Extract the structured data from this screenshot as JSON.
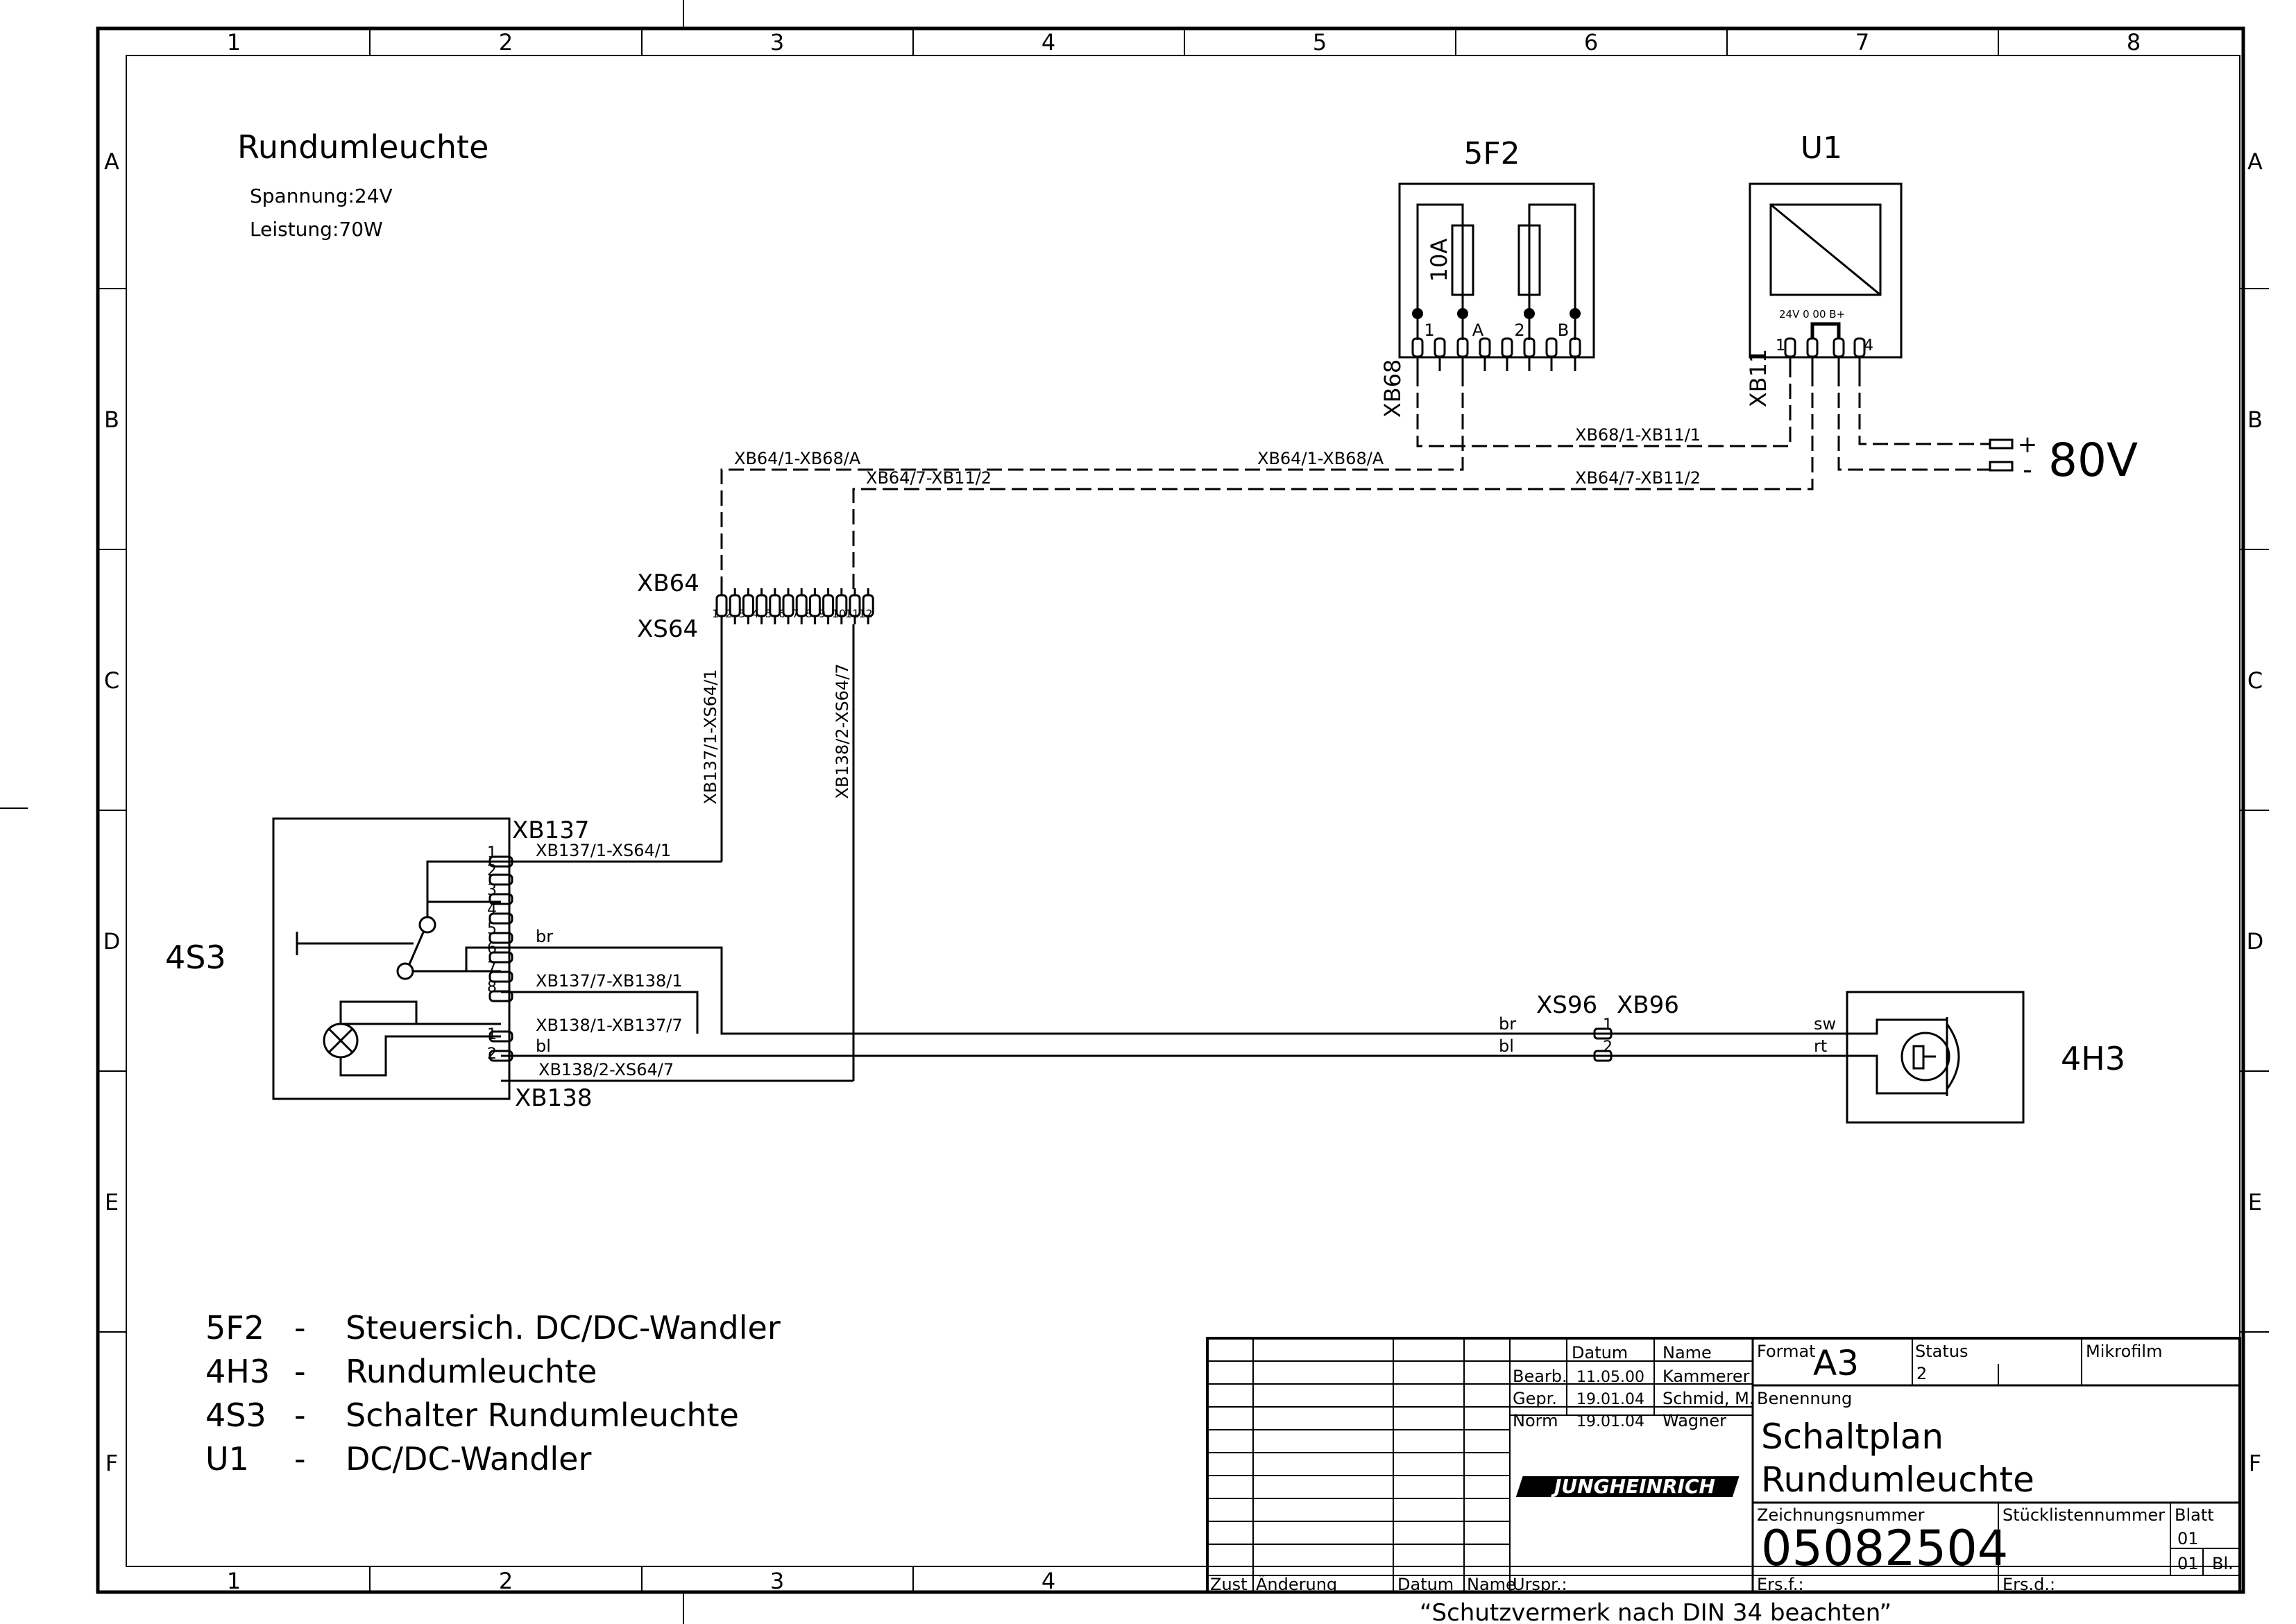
{
  "frame": {
    "columns": [
      "1",
      "2",
      "3",
      "4",
      "5",
      "6",
      "7",
      "8"
    ],
    "bottom_columns": [
      "1",
      "2",
      "3",
      "4"
    ],
    "rows": [
      "A",
      "B",
      "C",
      "D",
      "E",
      "F"
    ]
  },
  "header": {
    "title": "Rundumleuchte",
    "voltage": "Spannung:24V",
    "power": "Leistung:70W"
  },
  "components": {
    "fuse": {
      "id": "5F2",
      "rating": "10A",
      "connector": "XB68",
      "pins": [
        "1",
        "A",
        "2",
        "B"
      ]
    },
    "converter": {
      "id": "U1",
      "connector": "XB11",
      "terminals": "24V  0   00  B+",
      "pin_first": "1",
      "pin_last": "4",
      "supply_plus": "+",
      "supply_minus": "-",
      "supply_voltage": "80V"
    },
    "bus": {
      "plug": "XB64",
      "socket": "XS64",
      "pins": [
        "1",
        "2",
        "3",
        "4",
        "5",
        "6",
        "7",
        "8",
        "9",
        "10",
        "11",
        "12"
      ]
    },
    "switch": {
      "id": "4S3",
      "conn_top": "XB137",
      "conn_bottom": "XB138",
      "pins": [
        "1",
        "2",
        "3",
        "4",
        "5",
        "6",
        "7",
        "8",
        "1",
        "2"
      ]
    },
    "lamp": {
      "id": "4H3",
      "socket": "XS96",
      "plug": "XB96",
      "pin1": "1",
      "pin2": "2"
    }
  },
  "wires": {
    "w1": "XB64/1-XB68/A",
    "w1b": "XB64/1-XB68/A",
    "w2": "XB64/7-XB11/2",
    "w3": "XB68/1-XB11/1",
    "w4": "XB64/7-XB11/2",
    "v1": "XB137/1-XS64/1",
    "v2": "XB138/2-XS64/7",
    "s1": "XB137/1-XS64/1",
    "s2": "XB137/7-XB138/1",
    "s3": "XB138/1-XB137/7",
    "s4": "XB138/2-XS64/7",
    "br": "br",
    "bl": "bl",
    "br2": "br",
    "bl2": "bl",
    "sw": "sw",
    "rt": "rt"
  },
  "legend": [
    {
      "code": "5F2",
      "desc": "Steuersich. DC/DC-Wandler"
    },
    {
      "code": "4H3",
      "desc": "Rundumleuchte"
    },
    {
      "code": "4S3",
      "desc": "Schalter Rundumleuchte"
    },
    {
      "code": "U1",
      "desc": "DC/DC-Wandler"
    }
  ],
  "legend_dash": "-",
  "title_block": {
    "col_datum": "Datum",
    "col_name": "Name",
    "rows": [
      {
        "role": "Bearb.",
        "date": "11.05.00",
        "name": "Kammerer"
      },
      {
        "role": "Gepr.",
        "date": "19.01.04",
        "name": "Schmid, M."
      },
      {
        "role": "Norm",
        "date": "19.01.04",
        "name": "Wagner"
      }
    ],
    "format_label": "Format",
    "format_value": "A3",
    "status_label": "Status",
    "status_value": "2",
    "mikrofilm_label": "Mikrofilm",
    "benennung_label": "Benennung",
    "benennung_line1": "Schaltplan",
    "benennung_line2": "Rundumleuchte",
    "company": "JUNGHEINRICH",
    "zeichnung_label": "Zeichnungsnummer",
    "zeichnung_value": "05082504",
    "stueck_label": "Stücklistennummer",
    "blatt_label": "Blatt",
    "blatt_value": "01",
    "bl_value": "01",
    "bl_label": "Bl.",
    "bottom_zust": "Zust",
    "bottom_aend": "Änderung",
    "bottom_datum": "Datum",
    "bottom_name": "Name",
    "bottom_urspr": "Urspr.:",
    "bottom_ersf": "Ers.f.:",
    "bottom_ersd": "Ers.d.:"
  },
  "footer_note": "“Schutzvermerk nach DIN 34 beachten”"
}
